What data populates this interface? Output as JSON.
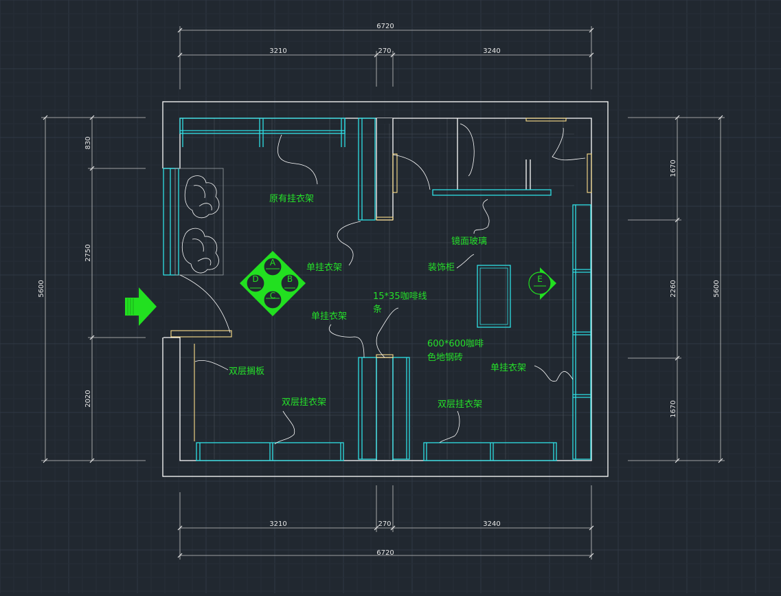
{
  "colors": {
    "background": "#212830",
    "grid_minor": "#262e37",
    "grid_major": "#303944",
    "wall": "#ffffff",
    "fixture": "#2ee0e6",
    "partition": "#ffe08a",
    "label": "#25e02a",
    "dimension_line": "#c8c8c8",
    "dimension_text": "#e8e8e8",
    "leader": "#ffffff",
    "symbol": "#22e020"
  },
  "dimensions": {
    "top_total": "6720",
    "top_left": "3210",
    "top_mid": "270",
    "top_right": "3240",
    "bottom_total": "6720",
    "bottom_left": "3210",
    "bottom_mid": "270",
    "bottom_right": "3240",
    "left_total": "5600",
    "left_top": "830",
    "left_mid": "2750",
    "left_bottom": "2020",
    "right_total": "5600",
    "right_top": "1670",
    "right_mid": "2260",
    "right_bottom": "1670"
  },
  "labels": {
    "existing_rack": "原有挂衣架",
    "mirror_glass": "镜面玻璃",
    "single_rack_1": "单挂衣架",
    "display_cabinet": "装饰柜",
    "coffee_strip_1": "15*35咖啡线",
    "coffee_strip_2": "条",
    "single_rack_2": "单挂衣架",
    "tile_1": "600*600咖啡",
    "tile_2": "色地钢砖",
    "single_rack_3": "单挂衣架",
    "double_shelf": "双层搁板",
    "double_rack_1": "双层挂衣架",
    "double_rack_2": "双层挂衣架"
  },
  "elevation_symbol": {
    "a": "A",
    "b": "B",
    "c": "C",
    "d": "D",
    "marker_e": "E"
  },
  "icons": {
    "entrance": "entrance-arrow-icon",
    "elevation": "elevation-index-symbol-icon",
    "elevation_e": "elevation-e-marker-icon"
  }
}
